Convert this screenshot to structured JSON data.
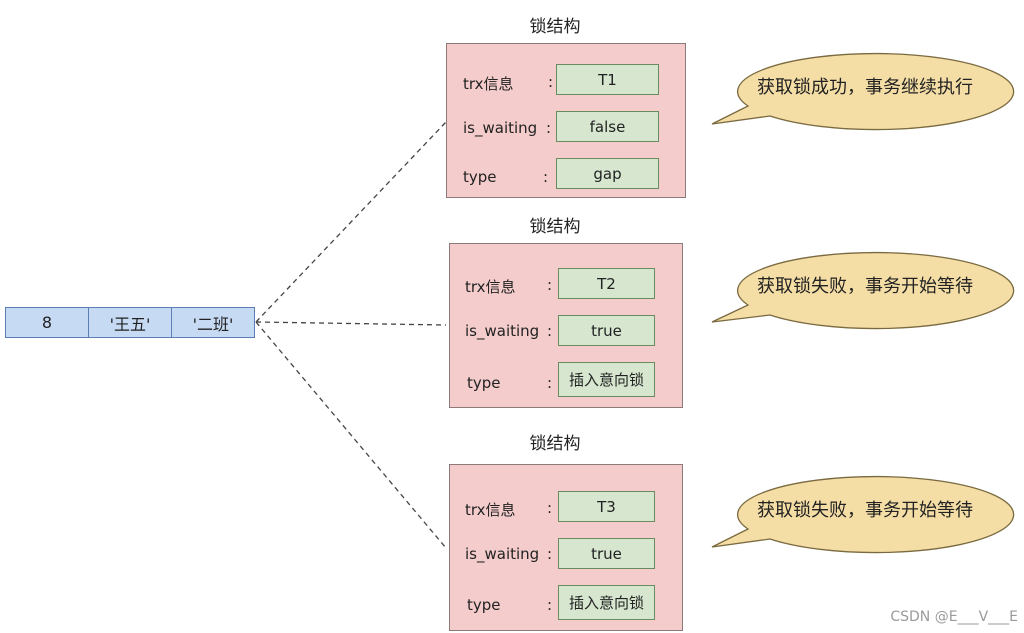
{
  "record": {
    "cells": [
      "8",
      "'王五'",
      "'二班'"
    ]
  },
  "locks": [
    {
      "title": "锁结构",
      "fields": [
        {
          "label": "trx信息",
          "colon": ":",
          "value": "T1"
        },
        {
          "label": "is_waiting",
          "colon": ":",
          "value": "false"
        },
        {
          "label": "type",
          "colon": ":",
          "value": "gap"
        }
      ],
      "bubble": "获取锁成功，事务继续执行"
    },
    {
      "title": "锁结构",
      "fields": [
        {
          "label": "trx信息",
          "colon": ":",
          "value": "T2"
        },
        {
          "label": "is_waiting",
          "colon": ":",
          "value": "true"
        },
        {
          "label": "type",
          "colon": ":",
          "value": "插入意向锁"
        }
      ],
      "bubble": "获取锁失败，事务开始等待"
    },
    {
      "title": "锁结构",
      "fields": [
        {
          "label": "trx信息",
          "colon": ":",
          "value": "T3"
        },
        {
          "label": "is_waiting",
          "colon": ":",
          "value": "true"
        },
        {
          "label": "type",
          "colon": ":",
          "value": "插入意向锁"
        }
      ],
      "bubble": "获取锁失败，事务开始等待"
    }
  ],
  "watermark": "CSDN @E___V___E",
  "colors": {
    "record_fill": "#c7daf4",
    "lock_fill": "#f4cccc",
    "value_fill": "#d6e6cf",
    "bubble_fill": "#f5dea6"
  }
}
